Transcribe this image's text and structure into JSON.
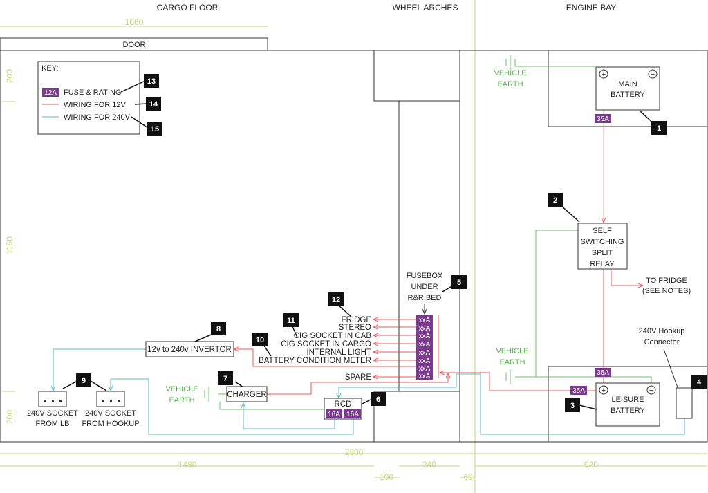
{
  "sections": {
    "cargo_floor": "CARGO FLOOR",
    "wheel_arches": "WHEEL ARCHES",
    "engine_bay": "ENGINE BAY",
    "door": "DOOR"
  },
  "dimensions": {
    "top_1060": "1060",
    "left_200_top": "200",
    "left_1150": "1150",
    "left_200_bottom": "200",
    "total_2800": "2800",
    "d_1480": "1480",
    "d_240": "240",
    "d_920": "920",
    "d_100": "100",
    "d_60": "60"
  },
  "key": {
    "title": "KEY:",
    "fuse_sample": "12A",
    "fuse_label": "FUSE & RATING",
    "wire12_label": "WIRING FOR 12V",
    "wire240_label": "WIRING FOR 240V",
    "badge_fuse": "13",
    "badge_12v": "14",
    "badge_240v": "15"
  },
  "components": {
    "main_battery": {
      "line1": "MAIN",
      "line2": "BATTERY",
      "badge": "1",
      "fuse": "35A",
      "plus": "+",
      "minus": "−"
    },
    "relay": {
      "line1": "SELF",
      "line2": "SWITCHING",
      "line3": "SPLIT",
      "line4": "RELAY",
      "badge": "2"
    },
    "to_fridge": {
      "line1": "TO FRIDGE",
      "line2": "(SEE NOTES)"
    },
    "leisure_battery": {
      "line1": "LEISURE",
      "line2": "BATTERY",
      "badge": "3",
      "fuse_top": "35A",
      "fuse_left": "35A",
      "plus": "+",
      "minus": "−"
    },
    "hookup": {
      "line1": "240V Hookup",
      "line2": "Connector",
      "badge": "4"
    },
    "fusebox": {
      "line1": "FUSEBOX",
      "line2": "UNDER",
      "line3": "R&R BED",
      "badge": "5",
      "fuse_label": "xxA"
    },
    "rcd": {
      "label": "RCD",
      "fuse1": "16A",
      "fuse2": "16A",
      "badge": "6"
    },
    "charger": {
      "label": "CHARGER",
      "badge": "7"
    },
    "invertor": {
      "label": "12v to 240v INVERTOR",
      "badge": "8"
    },
    "sockets": {
      "badge": "9",
      "lb_line1": "240V SOCKET",
      "lb_line2": "FROM LB",
      "hu_line1": "240V SOCKET",
      "hu_line2": "FROM HOOKUP"
    },
    "vehicle_earth": {
      "line1": "VEHICLE",
      "line2": "EARTH"
    }
  },
  "circuits": {
    "fridge": "FRIDGE",
    "stereo": "STEREO",
    "cig_cab": "CIG SOCKET IN CAB",
    "cig_cargo": "CIG SOCKET IN CARGO",
    "internal_light": "INTERNAL LIGHT",
    "battery_meter": "BATTERY CONDITION METER",
    "spare": "SPARE",
    "badge_10": "10",
    "badge_11": "11",
    "badge_12": "12"
  },
  "colors": {
    "wire_12v": "#e85a5a",
    "wire_240v": "#5ab8c4",
    "earth": "#6cbf6c",
    "fuse": "#7a3b8c",
    "dimension": "#c2d67a"
  }
}
